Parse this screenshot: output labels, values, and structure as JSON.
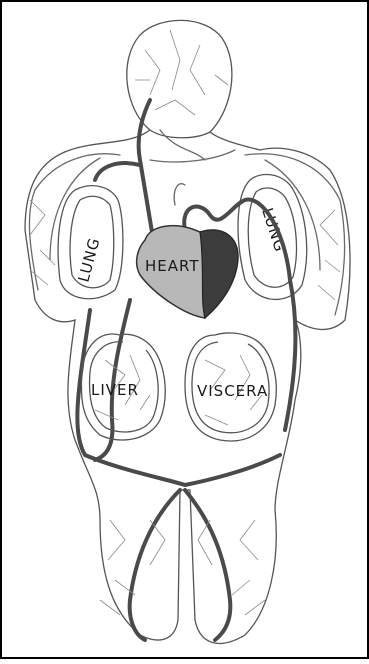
{
  "labels": {
    "heart": "HEART",
    "lung_left": "LUNG",
    "lung_right": "LUNG",
    "liver": "LIVER",
    "viscera": "VISCERA"
  },
  "colors": {
    "heart_left": "#b8b8b8",
    "heart_right": "#3c3c3c",
    "vessel": "#4a4a4a",
    "frame": "#000000"
  }
}
